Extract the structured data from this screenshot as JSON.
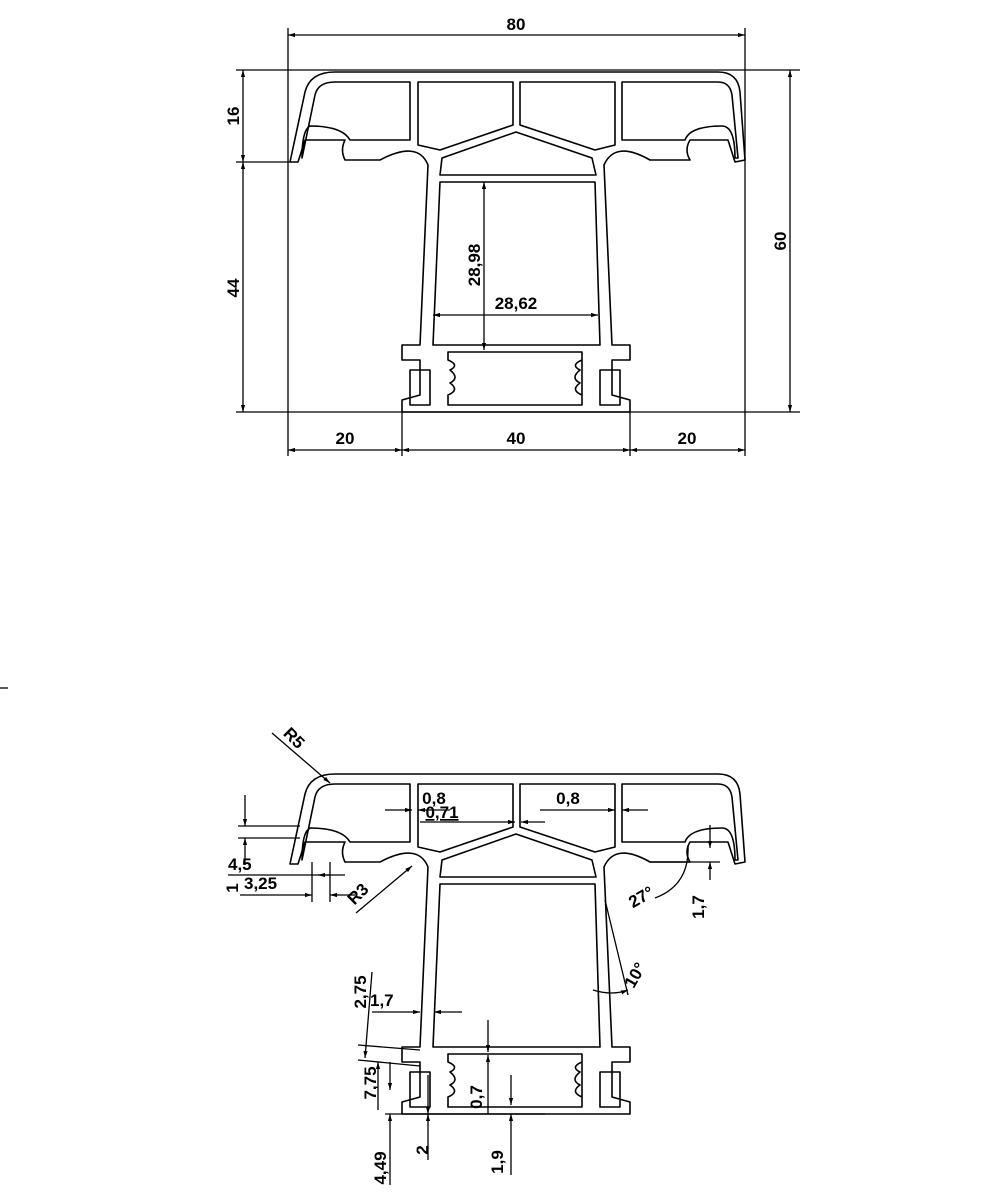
{
  "top_view": {
    "dims": {
      "overall_width": "80",
      "overall_height": "60",
      "flange_height": "16",
      "stem_height": "44",
      "chamber_height": "28,98",
      "chamber_width": "28,62",
      "left_offset": "20",
      "stem_width": "40",
      "right_offset": "20"
    }
  },
  "detail_view": {
    "dims": {
      "corner_radius": "R5",
      "wall_left": "0,8",
      "wall_mid": "0,71",
      "wall_right": "0,8",
      "hook_depth": "4,5",
      "hook_lip": "1",
      "hook_gap": "3,25",
      "inner_radius": "R3",
      "angle_wing": "27°",
      "right_lip": "1,7",
      "angle_stem": "10°",
      "foot_offset": "2,75",
      "stem_wall": "1,7",
      "foot_height": "7,75",
      "base_wall": "0,7",
      "foot_total": "4,49",
      "foot_gap": "2",
      "base_gap": "1,9"
    }
  }
}
